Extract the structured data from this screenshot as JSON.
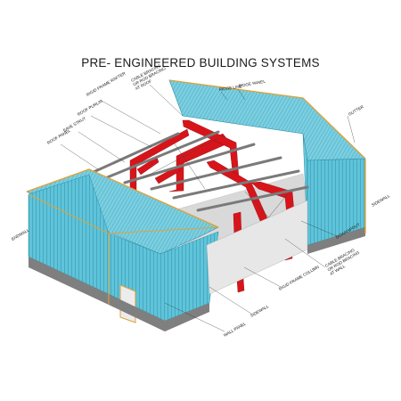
{
  "title": "PRE- ENGINEERED BUILDING SYSTEMS",
  "labels": {
    "cable_bracing_roof": [
      "CABLE BRACING",
      "OR ROD BRACING",
      "AT ROOF"
    ],
    "ridge_line": "RIDGE LINE",
    "ridge_panel": "RIDGE PANEL",
    "rigid_frame_rafter": "RIGID FRAME RAFTER",
    "roof_purlin": "ROOF PURLIN",
    "eave_strut": "EAVE STRUT",
    "roof_panel": "ROOF PANEL",
    "gutter": "GUTTER",
    "sidewall_right": "SIDEWALL",
    "endwall": "ENDWALL",
    "downspout": "DOWNSPOUT",
    "cable_bracing_wall": [
      "CABLE BRACING",
      "OR ROD BRACING",
      "AT WALL"
    ],
    "rigid_frame_column": "RIGID FRAME COLUMN",
    "sidewall": "SIDEWALL",
    "wall_panel": "WALL PANEL"
  },
  "colors": {
    "panel": "#5fc4d9",
    "panel_dark": "#3fa6bf",
    "roof": "#7ccfe0",
    "frame": "#d8141b",
    "purlin": "#8c8c8c",
    "trim": "#e0a23a",
    "base": "#7f7f7f"
  }
}
